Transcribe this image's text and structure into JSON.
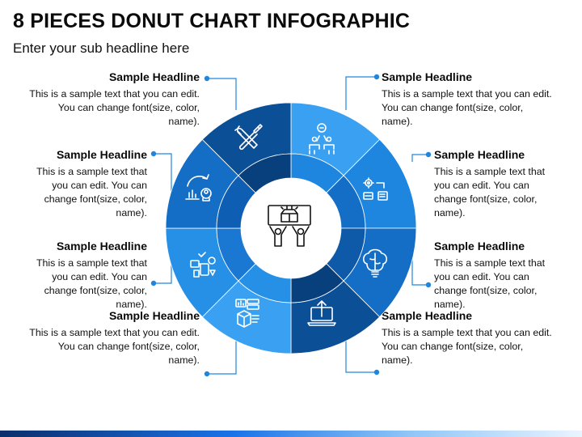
{
  "header": {
    "title": "8 PIECES DONUT CHART INFOGRAPHIC",
    "subtitle": "Enter your sub headline here"
  },
  "blocks": [
    {
      "headline": "Sample Headline",
      "body": "This is a sample text that you can edit. You can change font(size, color, name)."
    },
    {
      "headline": "Sample Headline",
      "body": "This is a sample text that you can edit. You can change font(size, color, name)."
    },
    {
      "headline": "Sample Headline",
      "body": "This is a sample text that you can edit. You can change font(size, color, name)."
    },
    {
      "headline": "Sample Headline",
      "body": "This is a sample text that you can edit. You can change font(size, color, name)."
    },
    {
      "headline": "Sample Headline",
      "body": "This is a sample text that you can edit. You can change font(size, color, name)."
    },
    {
      "headline": "Sample Headline",
      "body": "This is a sample text that you can edit. You can change font(size, color, name)."
    },
    {
      "headline": "Sample Headline",
      "body": "This is a sample text that you can edit. You can change font(size, color, name)."
    },
    {
      "headline": "Sample Headline",
      "body": "This is a sample text that you can edit. You can change font(size, color, name)."
    }
  ],
  "segments": [
    {
      "icon": "team-growth-icon",
      "outer_color": "#3aa0f2",
      "inner_color": "#1f86df"
    },
    {
      "icon": "process-settings-icon",
      "outer_color": "#1f86df",
      "inner_color": "#146ec6"
    },
    {
      "icon": "brain-bulb-icon",
      "outer_color": "#146ec6",
      "inner_color": "#0e59a8"
    },
    {
      "icon": "laptop-upload-icon",
      "outer_color": "#0b4f97",
      "inner_color": "#083f7d"
    },
    {
      "icon": "analytics-box-icon",
      "outer_color": "#3aa0f2",
      "inner_color": "#2690e6"
    },
    {
      "icon": "network-devices-icon",
      "outer_color": "#2690e6",
      "inner_color": "#1a78d2"
    },
    {
      "icon": "chart-bulb-icon",
      "outer_color": "#146ec6",
      "inner_color": "#0e5fb3"
    },
    {
      "icon": "tools-icon",
      "outer_color": "#0b4f97",
      "inner_color": "#083f7d"
    }
  ],
  "center": {
    "icon": "presentation-people-icon"
  },
  "colors": {
    "dot": "#1f86df",
    "line": "#1f86df",
    "center_fill": "#ffffff",
    "icon_stroke": "#ffffff",
    "center_icon_stroke": "#111111"
  }
}
